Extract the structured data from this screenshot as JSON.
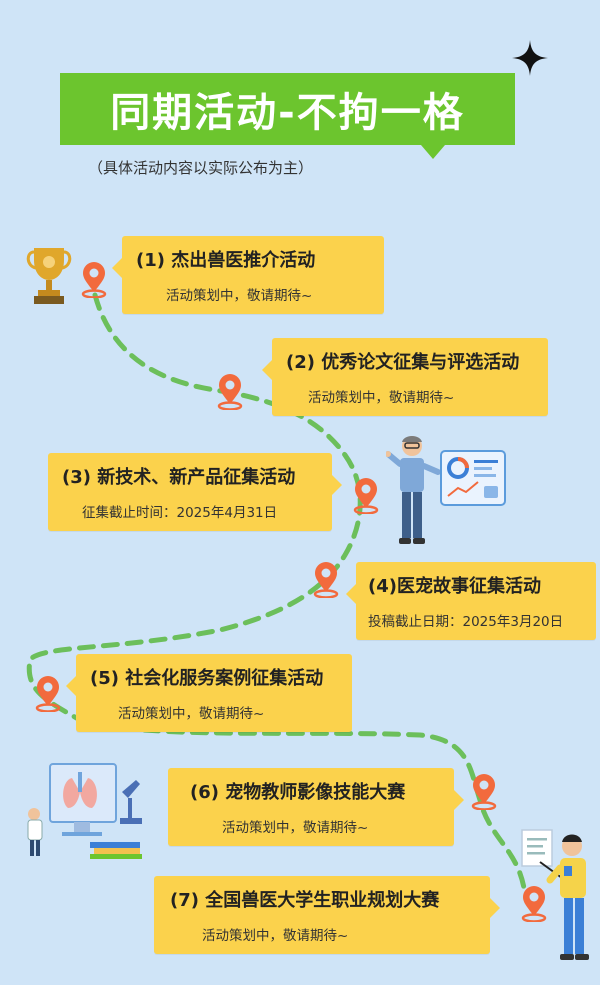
{
  "header": {
    "title": "同期活动-不拘一格",
    "subtitle": "（具体活动内容以实际公布为主）"
  },
  "activities": [
    {
      "title": "(1) 杰出兽医推介活动",
      "sub": "活动策划中，敬请期待~"
    },
    {
      "title": "(2) 优秀论文征集与评选活动",
      "sub": "活动策划中，敬请期待~"
    },
    {
      "title": "(3) 新技术、新产品征集活动",
      "sub": "征集截止时间：2025年4月31日"
    },
    {
      "title": "(4)医宠故事征集活动",
      "sub": "投稿截止日期：2025年3月20日"
    },
    {
      "title": "(5) 社会化服务案例征集活动",
      "sub": "活动策划中，敬请期待~"
    },
    {
      "title": "(6) 宠物教师影像技能大赛",
      "sub": "活动策划中，敬请期待~"
    },
    {
      "title": "(7) 全国兽医大学生职业规划大赛",
      "sub": "活动策划中，敬请期待~"
    }
  ],
  "icons": [
    "sparkle-icon",
    "trophy-icon",
    "location-pin-icon",
    "presenter-icon",
    "dashboard-icon",
    "lab-monitor-icon",
    "teacher-icon"
  ],
  "colors": {
    "background": "#cfe4f7",
    "accent": "#6cc52e",
    "card": "#fbd24c",
    "pin": "#f26a3d",
    "path": "#6cbf5b"
  }
}
